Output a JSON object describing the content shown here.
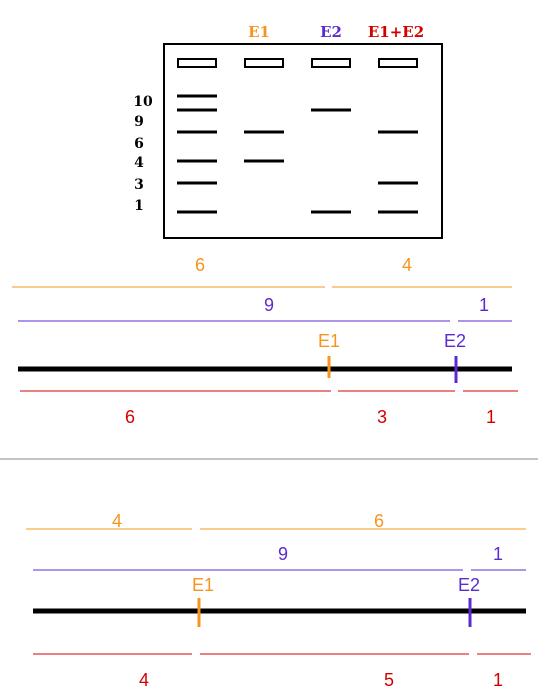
{
  "colors": {
    "e1": "#f7941d",
    "e2": "#5b2bd0",
    "both": "#d40000",
    "ink": "#000000",
    "divider": "#888888"
  },
  "gel": {
    "lanes": [
      {
        "id": "ladder",
        "label": "",
        "color": "#000000"
      },
      {
        "id": "e1",
        "label": "E1",
        "color": "#f7941d"
      },
      {
        "id": "e2",
        "label": "E2",
        "color": "#5b2bd0"
      },
      {
        "id": "both",
        "label": "E1+E2",
        "color": "#d40000"
      }
    ],
    "ladder_sizes": [
      "10",
      "9",
      "6",
      "4",
      "3",
      "1"
    ],
    "bands": {
      "ladder": [
        "10",
        "9",
        "6",
        "4",
        "3",
        "1"
      ],
      "e1": [
        "6",
        "4"
      ],
      "e2": [
        "9",
        "1"
      ],
      "both": [
        "6",
        "3",
        "1"
      ]
    }
  },
  "maps": [
    {
      "e1_fragments": [
        "6",
        "4"
      ],
      "e2_fragments": [
        "9",
        "1"
      ],
      "both_fragments": [
        "6",
        "3",
        "1"
      ],
      "e1_site_label": "E1",
      "e2_site_label": "E2"
    },
    {
      "e1_fragments": [
        "4",
        "6"
      ],
      "e2_fragments": [
        "9",
        "1"
      ],
      "both_fragments": [
        "4",
        "5",
        "1"
      ],
      "e1_site_label": "E1",
      "e2_site_label": "E2"
    }
  ]
}
